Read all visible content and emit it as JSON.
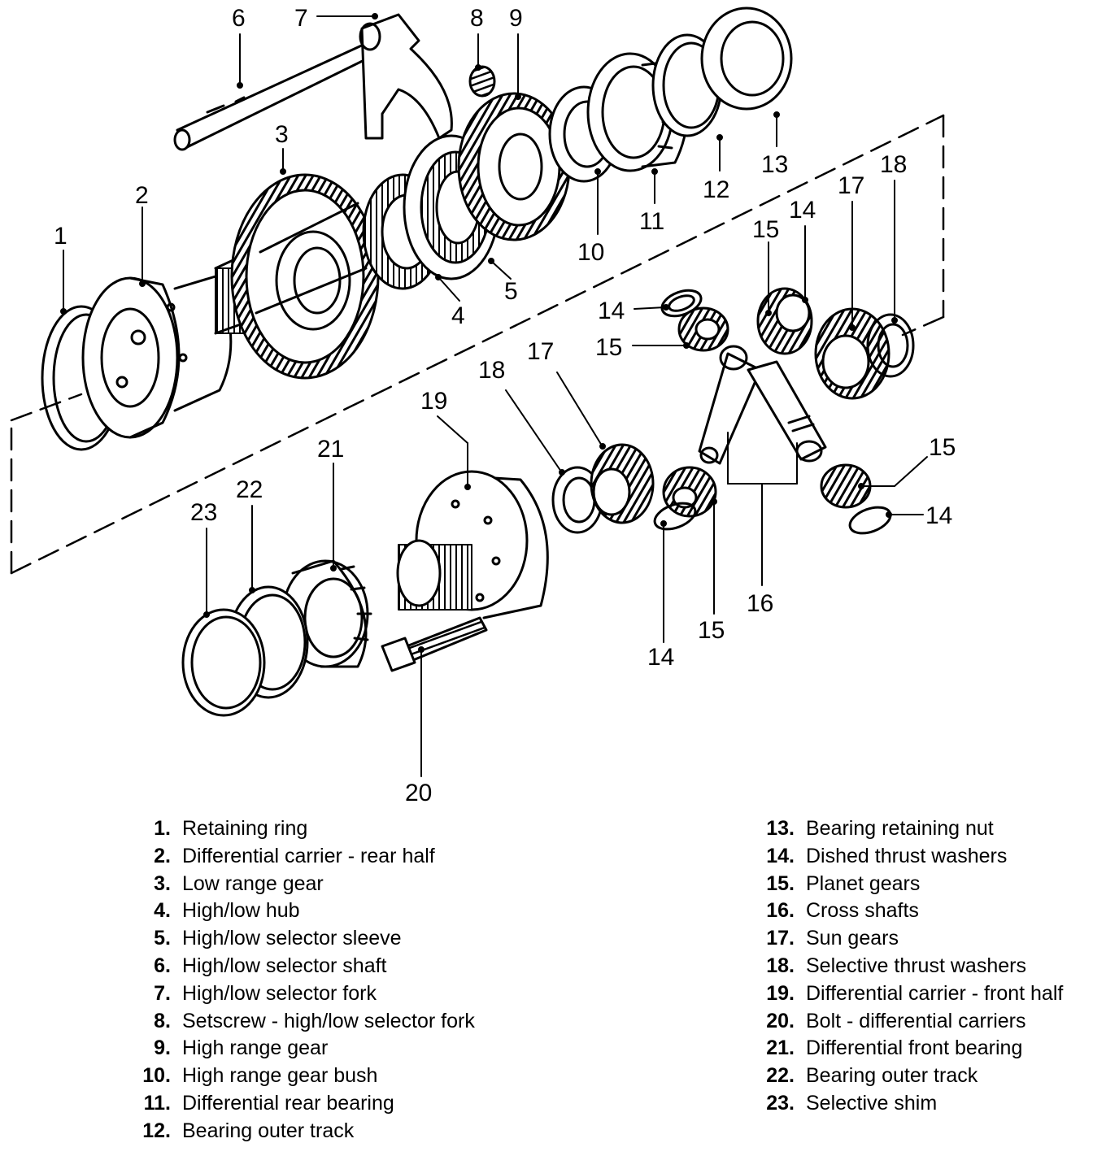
{
  "legend": {
    "left": [
      {
        "num": "1.",
        "label": "Retaining ring"
      },
      {
        "num": "2.",
        "label": "Differential carrier - rear half"
      },
      {
        "num": "3.",
        "label": "Low range gear"
      },
      {
        "num": "4.",
        "label": "High/low hub"
      },
      {
        "num": "5.",
        "label": "High/low selector sleeve"
      },
      {
        "num": "6.",
        "label": "High/low selector shaft"
      },
      {
        "num": "7.",
        "label": "High/low selector fork"
      },
      {
        "num": "8.",
        "label": "Setscrew - high/low selector fork"
      },
      {
        "num": "9.",
        "label": "High range gear"
      },
      {
        "num": "10.",
        "label": "High range gear bush"
      },
      {
        "num": "11.",
        "label": "Differential rear bearing"
      },
      {
        "num": "12.",
        "label": "Bearing outer track"
      }
    ],
    "right": [
      {
        "num": "13.",
        "label": "Bearing retaining nut"
      },
      {
        "num": "14.",
        "label": "Dished thrust washers"
      },
      {
        "num": "15.",
        "label": "Planet gears"
      },
      {
        "num": "16.",
        "label": "Cross shafts"
      },
      {
        "num": "17.",
        "label": "Sun gears"
      },
      {
        "num": "18.",
        "label": "Selective thrust washers"
      },
      {
        "num": "19.",
        "label": "Differential carrier - front half"
      },
      {
        "num": "20.",
        "label": "Bolt - differential carriers"
      },
      {
        "num": "21.",
        "label": "Differential front bearing"
      },
      {
        "num": "22.",
        "label": "Bearing outer track"
      },
      {
        "num": "23.",
        "label": "Selective shim"
      }
    ]
  },
  "callouts": {
    "c1": "1",
    "c2": "2",
    "c3": "3",
    "c4": "4",
    "c5": "5",
    "c6": "6",
    "c7": "7",
    "c8": "8",
    "c9": "9",
    "c10": "10",
    "c11": "11",
    "c12": "12",
    "c13": "13",
    "c14a": "14",
    "c14b": "14",
    "c14c": "14",
    "c14d": "14",
    "c15a": "15",
    "c15b": "15",
    "c15c": "15",
    "c15d": "15",
    "c16": "16",
    "c17a": "17",
    "c17b": "17",
    "c18a": "18",
    "c18b": "18",
    "c19": "19",
    "c20": "20",
    "c21": "21",
    "c22": "22",
    "c23": "23"
  }
}
